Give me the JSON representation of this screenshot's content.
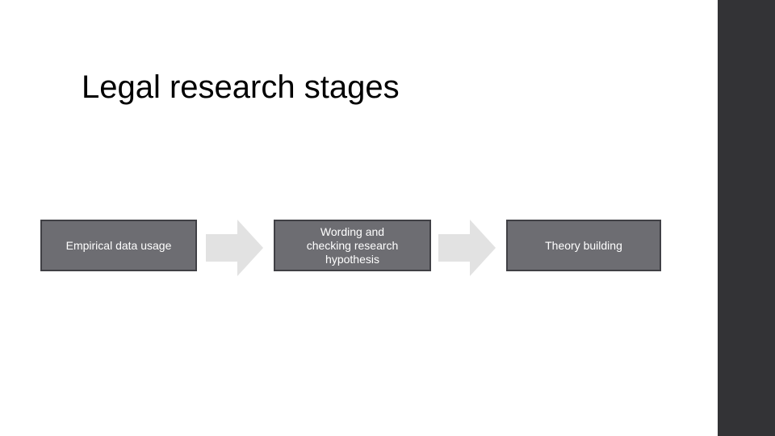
{
  "slide": {
    "title": "Legal research stages",
    "background_color": "#FFFFFF",
    "side_panel_color": "#333336"
  },
  "diagram": {
    "type": "process-chain",
    "box_fill_color": "#6D6D72",
    "box_border_color": "#404045",
    "box_text_color": "#FFFFFF",
    "arrow_color": "#E2E2E2",
    "stages": [
      {
        "label": "Empirical data usage"
      },
      {
        "label": "Wording and\nchecking research\nhypothesis"
      },
      {
        "label": "Theory building"
      }
    ],
    "connectors": [
      {
        "name": "right-arrow-icon"
      },
      {
        "name": "right-arrow-icon"
      }
    ]
  }
}
